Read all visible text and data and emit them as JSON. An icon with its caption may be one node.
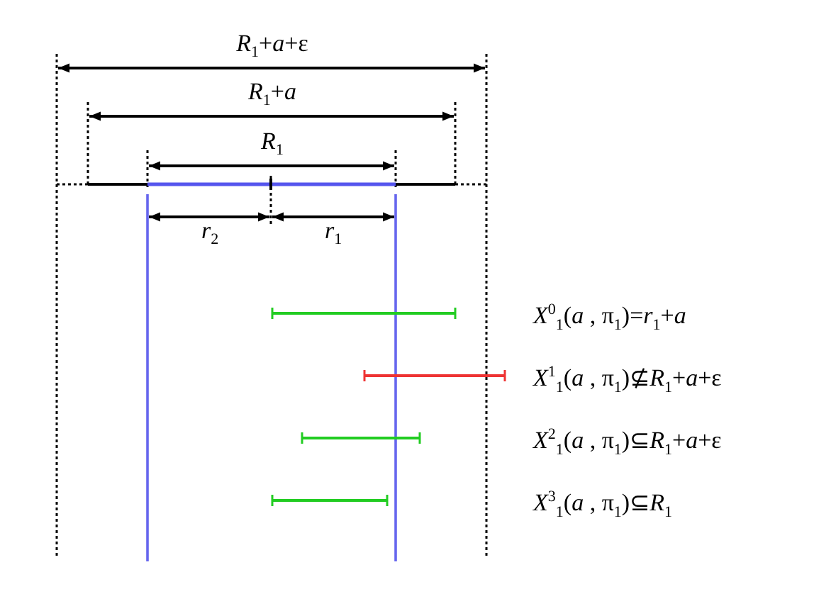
{
  "diagram": {
    "labels": [
      "*R*$_{1}$+*a*+ε",
      "*R*$_{1}$+*a*",
      "*R*$_{1}$",
      "*r*$_{2}$",
      "*r*$_{1}$",
      "*X*$^{0}$$_{1}$(*a* , π$_{1}$)=*r*$_{1}$+*a*",
      "*X*$^{1}$$_{1}$(*a* , π$_{1}$)⊈*R*$_{1}$+*a*+ε",
      "*X*$^{2}$$_{1}$(*a* , π$_{1}$)⊆*R*$_{1}$+*a*+ε",
      "*X*$^{3}$$_{1}$(*a* , π$_{1}$)⊆*R*$_{1}$"
    ]
  }
}
